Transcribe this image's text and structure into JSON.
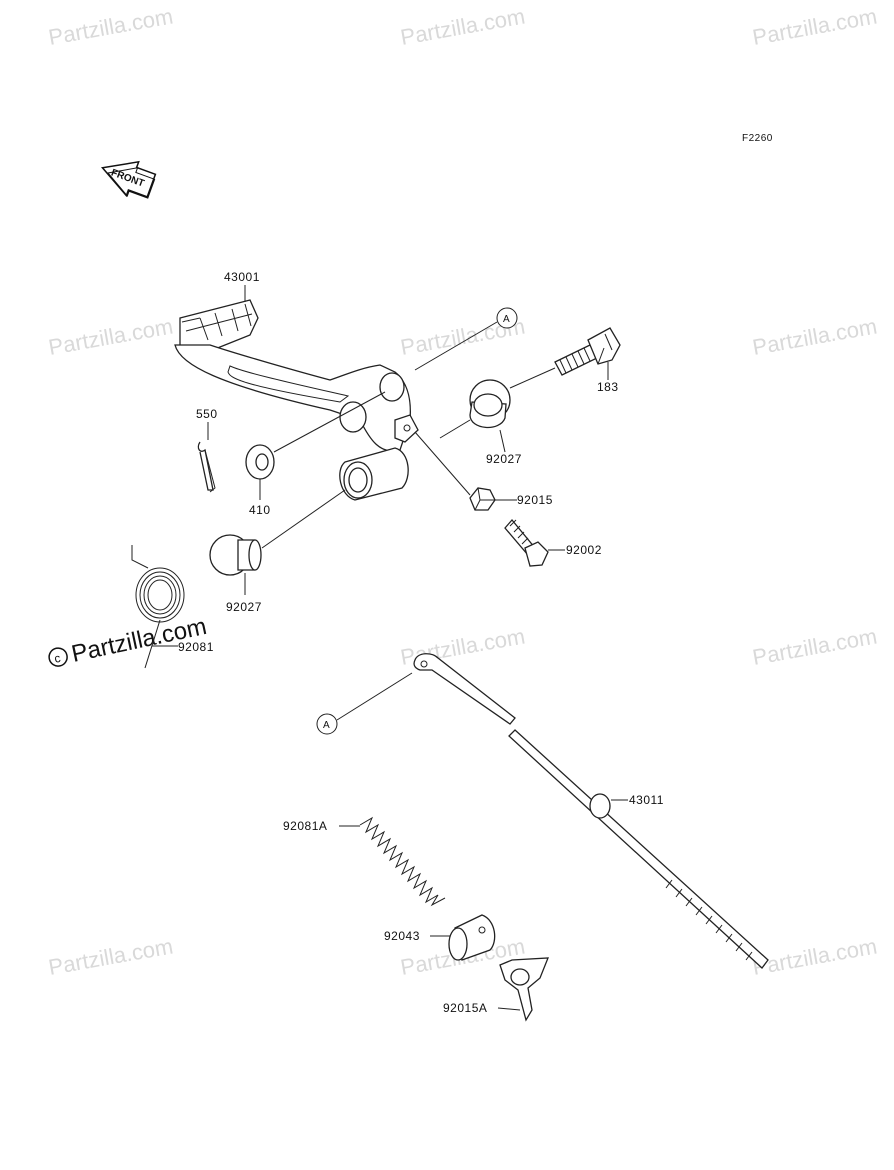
{
  "figure_code": "F2260",
  "front_label": "FRONT",
  "watermark": "Partzilla.com",
  "watermark_prominent": "Partzilla.com",
  "callout_ref": "A",
  "parts": {
    "p43001": "43001",
    "p550": "550",
    "p410": "410",
    "p183": "183",
    "p92027_upper": "92027",
    "p92015": "92015",
    "p92002": "92002",
    "p92027_lower": "92027",
    "p92081": "92081",
    "p43011": "43011",
    "p92081A": "92081A",
    "p92043": "92043",
    "p92015A": "92015A"
  }
}
